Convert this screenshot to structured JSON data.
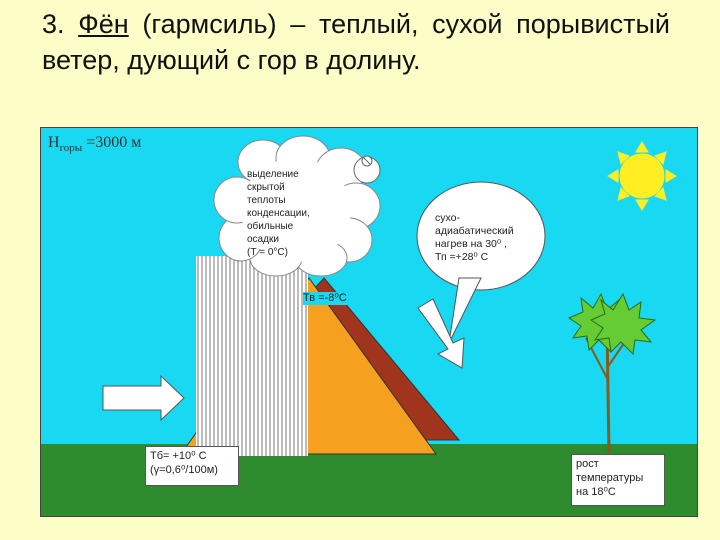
{
  "title": {
    "prefix": "3. ",
    "word": "Фён",
    "rest": " (гармсиль) – теплый, сухой порывистый ветер, дующий с гор в долину."
  },
  "diagram": {
    "height_label": {
      "h": "H",
      "sub": "горы",
      "value": " =3000 м"
    },
    "cloud_text": [
      "выделение",
      "скрытой",
      "теплоты",
      "конденсации,",
      "обильные",
      "осадки",
      "(Т",
      "= 0°C)"
    ],
    "bubble_text": [
      "сухо-",
      "адиабатический",
      "нагрев на 30⁰ ,",
      "Тп =+28⁰ С"
    ],
    "peak_temp": "Тв =-8⁰С",
    "base_box": [
      "Тб= +10⁰ С",
      "(γ=0,6⁰/100м)"
    ],
    "growth_box": [
      "рост",
      "температуры",
      "на 18⁰С"
    ]
  },
  "colors": {
    "sky": "#18d8f2",
    "ground": "#2e8b2e",
    "mountain_front": "#f5a01e",
    "mountain_back": "#a0341c",
    "sun": "#ffee22",
    "foliage": "#66cc33",
    "trunk": "#8a5a1a"
  }
}
